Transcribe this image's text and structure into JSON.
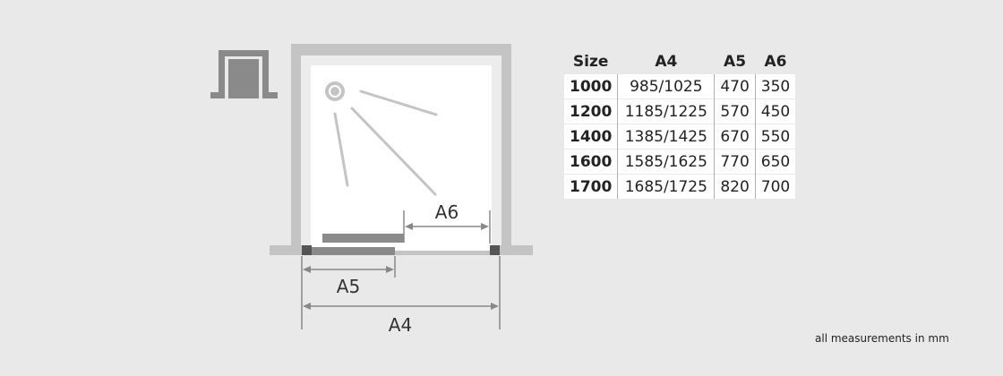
{
  "diagram": {
    "dimension_labels": {
      "a4": "A4",
      "a5": "A5",
      "a6": "A6"
    },
    "colors": {
      "frame": "#c4c4c4",
      "tray": "#ffffff",
      "door_panel": "#8a8a8a",
      "shower_head": "#c4c4c4",
      "dimension_line": "#888888",
      "icon": "#8a8a8a"
    },
    "icons": [
      "door-icon",
      "shower-head-icon"
    ]
  },
  "table": {
    "headers": [
      "Size",
      "A4",
      "A5",
      "A6"
    ],
    "rows": [
      [
        "1000",
        "985/1025",
        "470",
        "350"
      ],
      [
        "1200",
        "1185/1225",
        "570",
        "450"
      ],
      [
        "1400",
        "1385/1425",
        "670",
        "550"
      ],
      [
        "1600",
        "1585/1625",
        "770",
        "650"
      ],
      [
        "1700",
        "1685/1725",
        "820",
        "700"
      ]
    ]
  },
  "footnote": "all measurements in mm"
}
